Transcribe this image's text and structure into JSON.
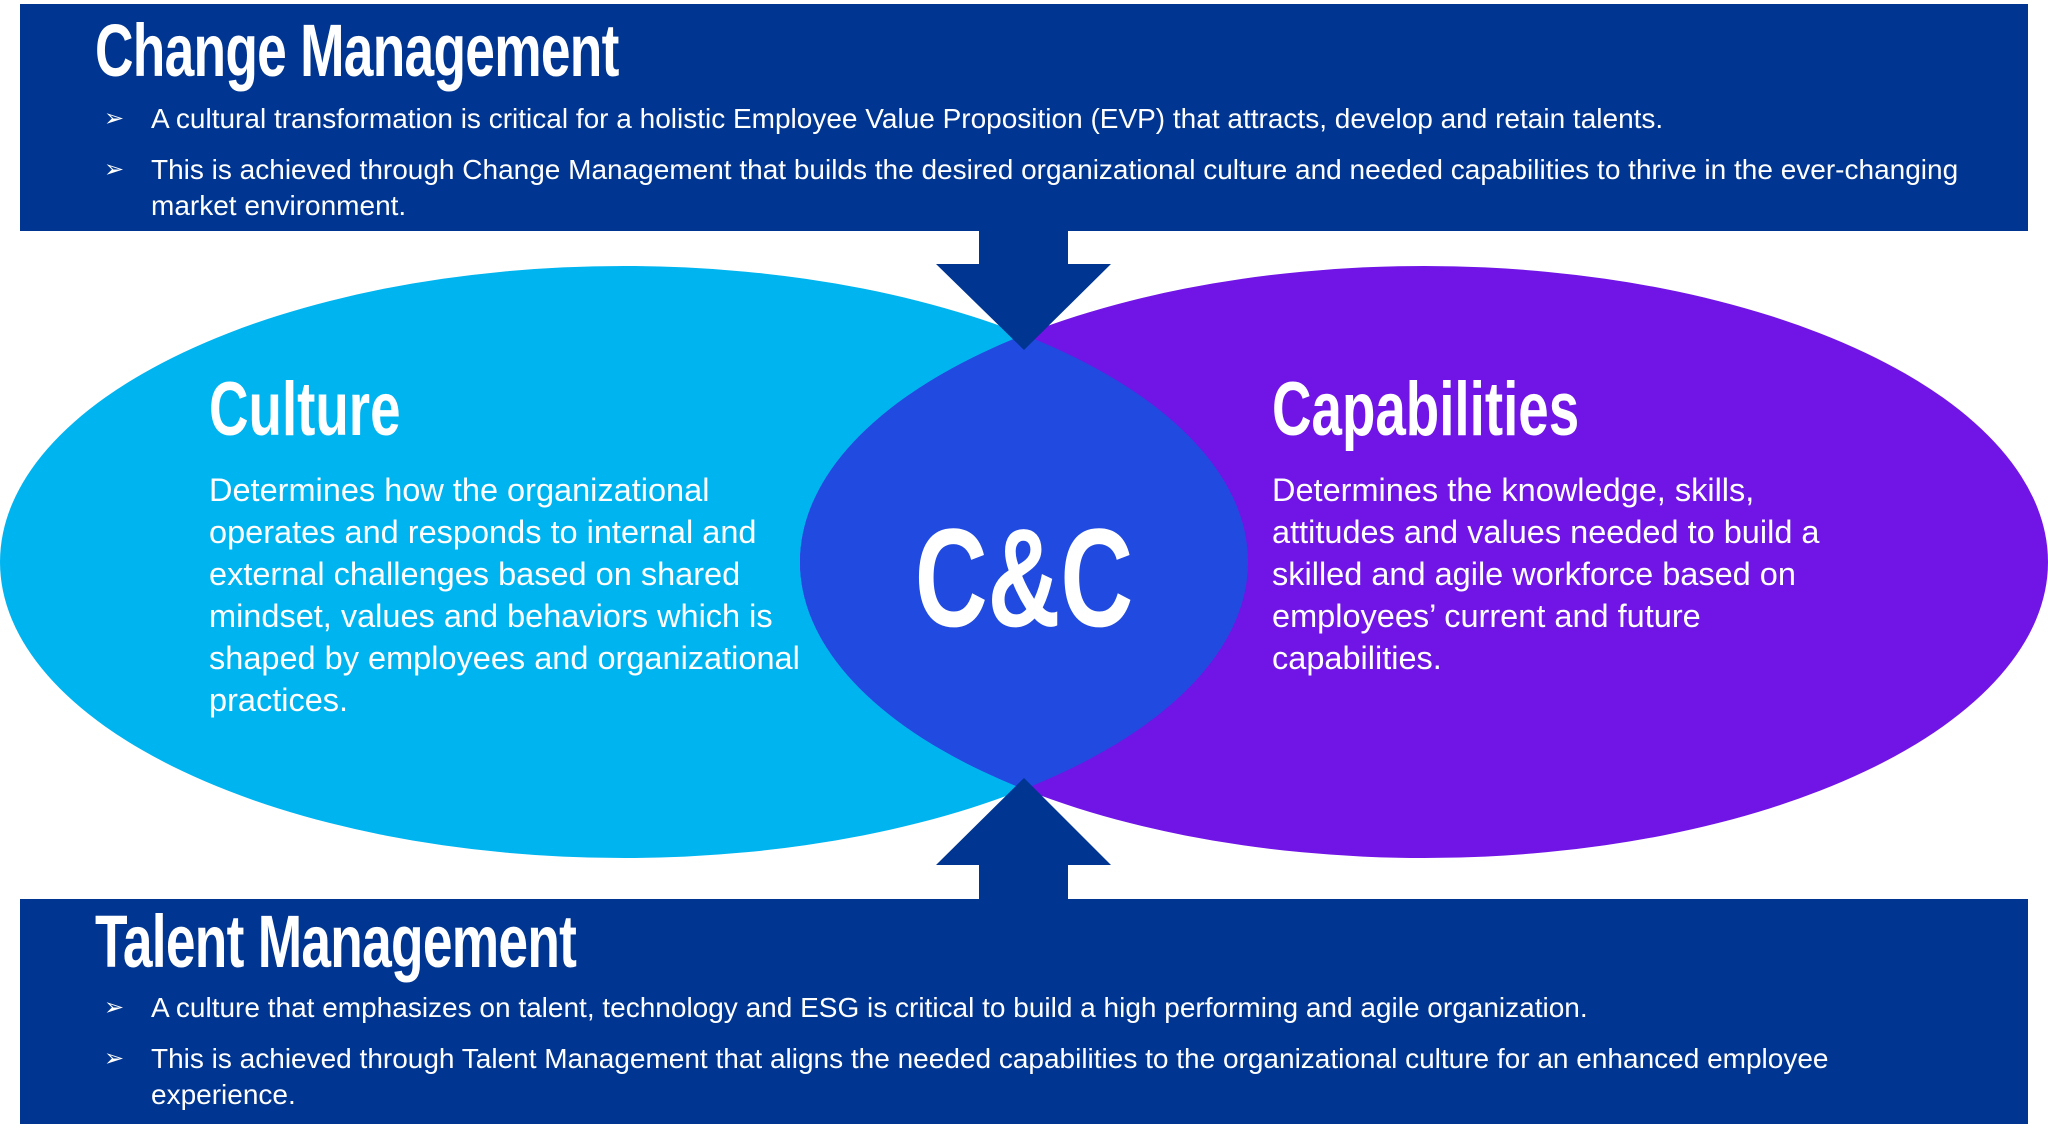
{
  "colors": {
    "navy": "#003591",
    "culture": "#00B4F0",
    "capabilities": "#7015E6",
    "overlap": "#214BE0"
  },
  "change_management": {
    "title": "Change Management",
    "bullet_icon": "arrow-bullet-icon",
    "bullets": [
      "A cultural transformation is critical for a holistic Employee Value Proposition (EVP) that attracts, develop and retain talents.",
      "This is achieved through Change Management that builds the desired organizational culture and needed capabilities to thrive in the ever-changing market environment."
    ]
  },
  "culture": {
    "title": "Culture",
    "body": "Determines how the organizational operates and responds to internal and external challenges based on shared mindset, values and behaviors which is shaped by employees and organizational practices."
  },
  "center": {
    "label": "C&C"
  },
  "capabilities": {
    "title": "Capabilities",
    "body": "Determines the knowledge, skills, attitudes and values needed to build a skilled and agile workforce based on employees’ current and future capabilities."
  },
  "talent_management": {
    "title": "Talent Management",
    "bullets": [
      "A culture that emphasizes on talent, technology and ESG is critical to build a high performing and agile organization.",
      "This is achieved through Talent Management that aligns the needed capabilities to the organizational culture for an enhanced employee experience."
    ]
  }
}
